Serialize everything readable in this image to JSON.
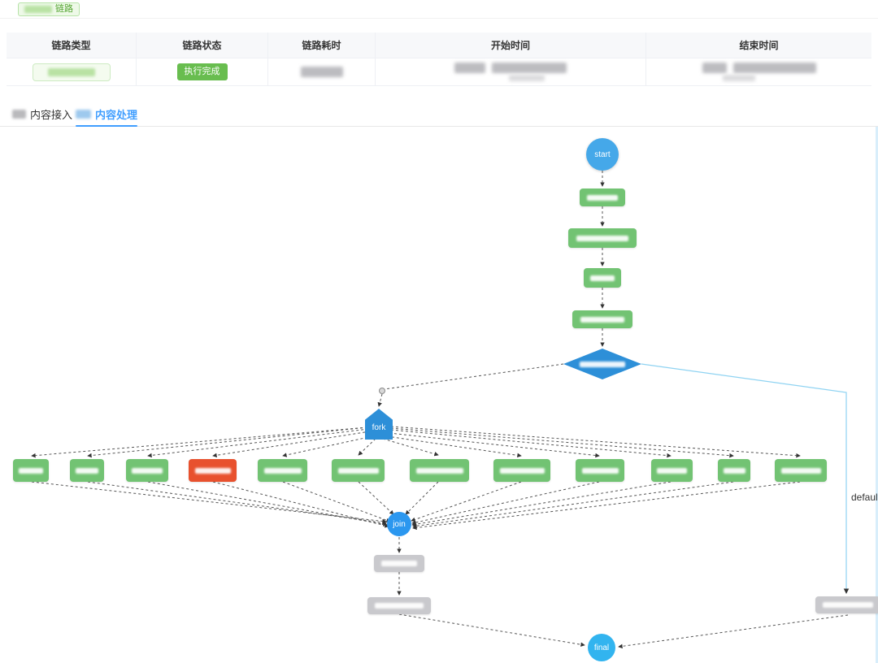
{
  "header": {
    "badge_label": "链路"
  },
  "table": {
    "columns": [
      "链路类型",
      "链路状态",
      "链路耗时",
      "开始时间",
      "结束时间"
    ],
    "row": {
      "status_badge": "执行完成",
      "type_redacted": true,
      "duration_redacted": true,
      "start_time_redacted": true,
      "end_time_redacted": true
    }
  },
  "tabs": {
    "tab1_label": "内容接入",
    "tab2_label": "内容处理",
    "active_tab": "内容处理"
  },
  "flow": {
    "start_label": "start",
    "fork_label": "fork",
    "join_label": "join",
    "final_label": "final",
    "default_edge_label": "default",
    "chain_node_count": 4,
    "parallel_node_count": 12,
    "parallel_failed_index": 4,
    "gray_node_count": 3,
    "all_task_labels_redacted": true,
    "colors": {
      "node_green": "#72c373",
      "node_red": "#e8512e",
      "node_gray": "#c9c9cd",
      "diamond_fork_blue": "#2d8fd8",
      "start_blue": "#45a8e9",
      "join_blue": "#2b97ef",
      "final_blue": "#32b4ef",
      "edge_dashed": "#555555",
      "edge_default": "#8fd3f2",
      "status_green": "#68bd4f",
      "tab_active_blue": "#409eff"
    }
  }
}
